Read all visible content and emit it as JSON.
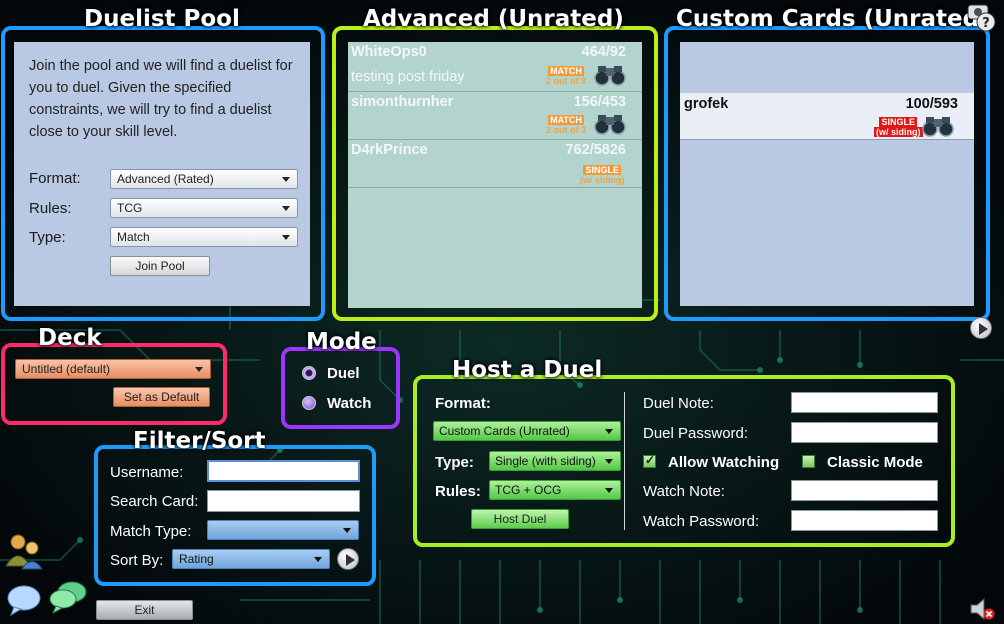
{
  "pool": {
    "title": "Duelist Pool",
    "description": "Join the pool and we will find a duelist for you to duel. Given the specified constraints, we will try to find a duelist close to your skill level.",
    "format_label": "Format:",
    "format_value": "Advanced (Rated)",
    "rules_label": "Rules:",
    "rules_value": "TCG",
    "type_label": "Type:",
    "type_value": "Match",
    "join_button": "Join Pool"
  },
  "advanced": {
    "title": "Advanced (Unrated)",
    "rooms": [
      {
        "name": "WhiteOps0",
        "score": "464/92",
        "note": "testing post friday",
        "badge_top": "MATCH",
        "badge_bottom": "2 out of 3"
      },
      {
        "name": "simonthurnher",
        "score": "156/453",
        "note": "",
        "badge_top": "MATCH",
        "badge_bottom": "2 out of 3"
      },
      {
        "name": "D4rkPrince",
        "score": "762/5826",
        "note": "",
        "badge_top": "SINGLE",
        "badge_bottom": "(w/ siding)"
      }
    ]
  },
  "custom": {
    "title": "Custom Cards (Unrated)",
    "rooms": [
      {
        "name": "grofek",
        "score": "100/593",
        "badge_top": "SINGLE",
        "badge_bottom": "(w/ siding)"
      }
    ]
  },
  "deck": {
    "title": "Deck",
    "selected": "Untitled (default)",
    "set_default_button": "Set as Default"
  },
  "mode": {
    "title": "Mode",
    "options": [
      "Duel",
      "Watch"
    ]
  },
  "filter": {
    "title": "Filter/Sort",
    "username_label": "Username:",
    "username_value": "",
    "search_label": "Search Card:",
    "search_value": "",
    "match_type_label": "Match Type:",
    "match_type_value": "",
    "sort_label": "Sort By:",
    "sort_value": "Rating"
  },
  "host": {
    "title": "Host a Duel",
    "format_label": "Format:",
    "format_value": "Custom Cards (Unrated)",
    "type_label": "Type:",
    "type_value": "Single (with siding)",
    "rules_label": "Rules:",
    "rules_value": "TCG + OCG",
    "host_button": "Host Duel",
    "note_label": "Duel Note:",
    "password_label": "Duel Password:",
    "allow_watching_label": "Allow Watching",
    "allow_watching_checked": true,
    "classic_mode_label": "Classic Mode",
    "classic_mode_checked": false,
    "watch_note_label": "Watch Note:",
    "watch_password_label": "Watch Password:"
  },
  "bottom": {
    "exit_button": "Exit"
  },
  "colors": {
    "pool_frame": "#1e9bff",
    "advanced_frame": "#b8f018",
    "deck_frame": "#ff2a6a",
    "mode_frame": "#9a36ff",
    "host_frame": "#a8ee22"
  }
}
